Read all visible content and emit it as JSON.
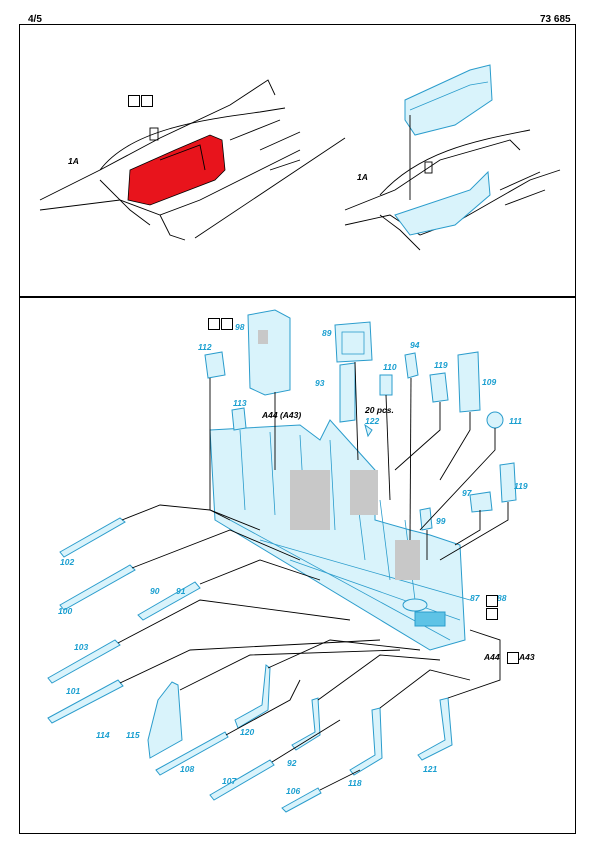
{
  "header": {
    "page": "4/5",
    "code": "73 685"
  },
  "top_panel": {
    "left_label": "1A",
    "right_label": "1A"
  },
  "bottom_panel": {
    "labels": {
      "p98": "98",
      "p112": "112",
      "p89": "89",
      "p94": "94",
      "p110": "110",
      "p119a": "119",
      "p109": "109",
      "p93": "93",
      "p113": "113",
      "a44_a43": "A44 (A43)",
      "pcs": "20 pcs.",
      "p122": "122",
      "p111": "111",
      "p97": "97",
      "p119b": "119",
      "p99": "99",
      "p102": "102",
      "p90": "90",
      "p91": "91",
      "p100": "100",
      "p87": "87",
      "p88": "88",
      "p103": "103",
      "p101": "101",
      "a44": "A44",
      "a43": "A43",
      "p114": "114",
      "p115": "115",
      "p120": "120",
      "p108": "108",
      "p92": "92",
      "p107": "107",
      "p118": "118",
      "p106": "106",
      "p121": "121"
    }
  },
  "colors": {
    "accent_red": "#e8141c",
    "part_blue": "#1a9fd0"
  }
}
